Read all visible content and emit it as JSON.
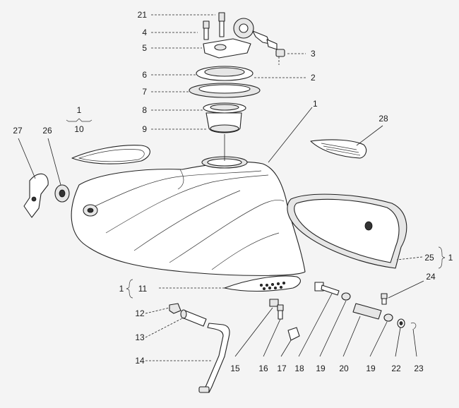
{
  "callouts": {
    "c1_tank": "1",
    "c1_pad10": "1",
    "c1_vent11": "1",
    "c1_cover25": "1",
    "c2": "2",
    "c3": "3",
    "c4": "4",
    "c5": "5",
    "c6": "6",
    "c7": "7",
    "c8": "8",
    "c9": "9",
    "c10": "10",
    "c11": "11",
    "c12": "12",
    "c13": "13",
    "c14": "14",
    "c15": "15",
    "c16": "16",
    "c17": "17",
    "c18": "18",
    "c19a": "19",
    "c19b": "19",
    "c20": "20",
    "c21": "21",
    "c22": "22",
    "c23": "23",
    "c24": "24",
    "c25": "25",
    "c26": "26",
    "c27": "27",
    "c28": "28"
  }
}
